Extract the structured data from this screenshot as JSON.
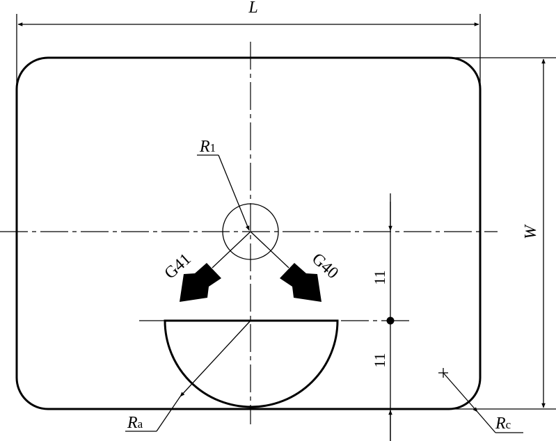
{
  "labels": {
    "length": "L",
    "width": "W",
    "r1_main": "R",
    "r1_sub": "1",
    "ra_main": "R",
    "ra_sub": "a",
    "rc_main": "R",
    "rc_sub": "c",
    "g41": "G41",
    "g40": "G40",
    "dim_upper": "11",
    "dim_lower": "11"
  }
}
